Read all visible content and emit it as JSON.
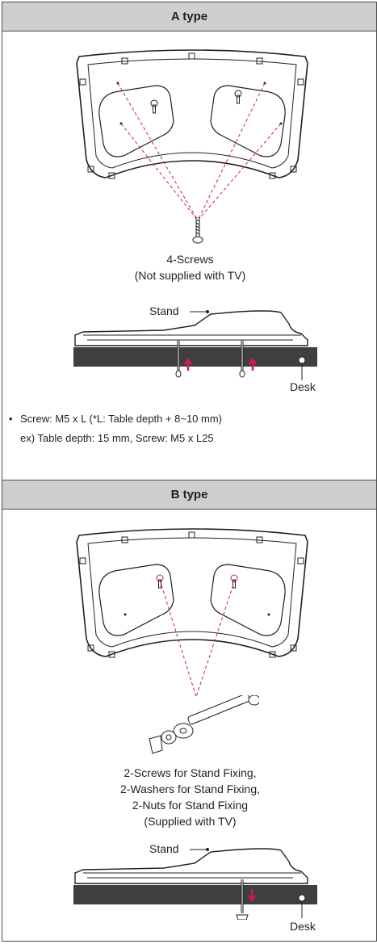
{
  "section_a": {
    "title": "A type",
    "caption_line1": "4-Screws",
    "caption_line2": "(Not supplied with TV)",
    "stand_label": "Stand",
    "desk_label": "Desk",
    "note_bullet": "•",
    "note_line1": "Screw: M5 x L (*L: Table depth + 8~10 mm)",
    "note_line2": "ex) Table depth: 15 mm, Screw: M5 x L25"
  },
  "section_b": {
    "title": "B type",
    "caption_line1": "2-Screws for Stand Fixing,",
    "caption_line2": "2-Washers for Stand Fixing,",
    "caption_line3": "2-Nuts for Stand Fixing",
    "caption_line4": "(Supplied with TV)",
    "stand_label": "Stand",
    "desk_label": "Desk"
  },
  "colors": {
    "header_bg": "#cfcfcf",
    "guide_line": "#c8205a",
    "desk": "#3f3f3f",
    "arrow": "#d11a4f"
  }
}
